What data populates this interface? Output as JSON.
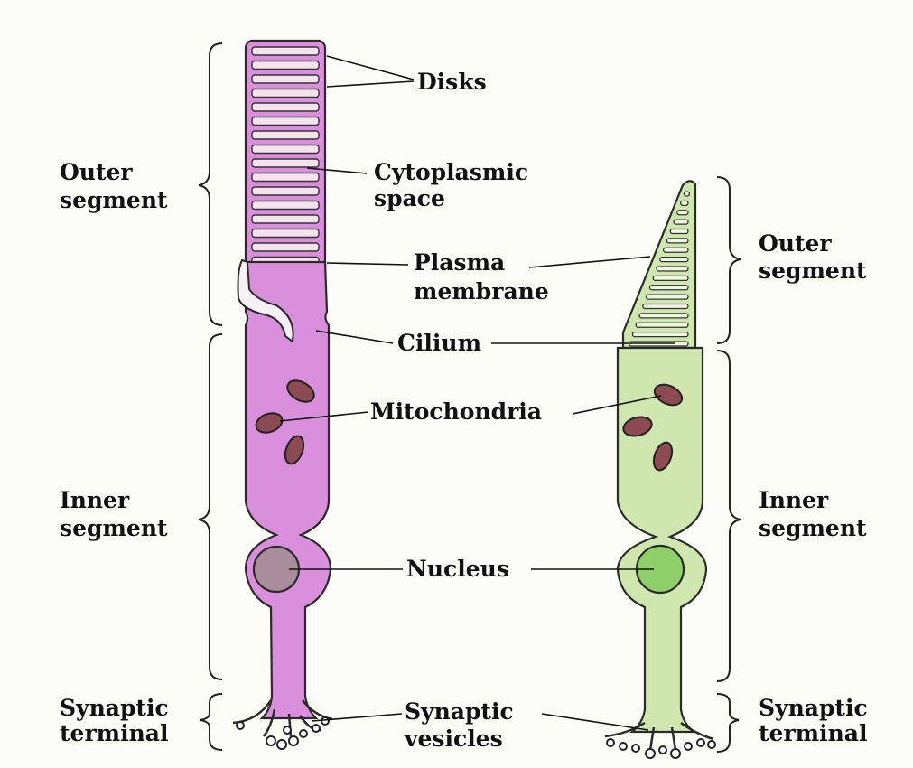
{
  "colors": {
    "rod_fill": "#d98fdc",
    "rod_disk": "#f4e2ec",
    "cone_fill": "#cfe7ae",
    "cone_disk": "#eef6e0",
    "rod_nucleus": "#a98d9a",
    "cone_nucleus": "#8fcf6a",
    "mito_fill": "#8c4a52",
    "background": "#fdfdf8"
  },
  "labels": {
    "disks": "Disks",
    "cytoplasmic_1": "Cytoplasmic",
    "cytoplasmic_2": "space",
    "plasma_1": "Plasma",
    "plasma_2": "membrane",
    "cilium": "Cilium",
    "mitochondria": "Mitochondria",
    "nucleus": "Nucleus",
    "synaptic_vesicles_1": "Synaptic",
    "synaptic_vesicles_2": "vesicles"
  },
  "left_regions": {
    "outer_1": "Outer",
    "outer_2": "segment",
    "inner_1": "Inner",
    "inner_2": "segment",
    "terminal_1": "Synaptic",
    "terminal_2": "terminal"
  },
  "right_regions": {
    "outer_1": "Outer",
    "outer_2": "segment",
    "inner_1": "Inner",
    "inner_2": "segment",
    "terminal_1": "Synaptic",
    "terminal_2": "terminal"
  }
}
